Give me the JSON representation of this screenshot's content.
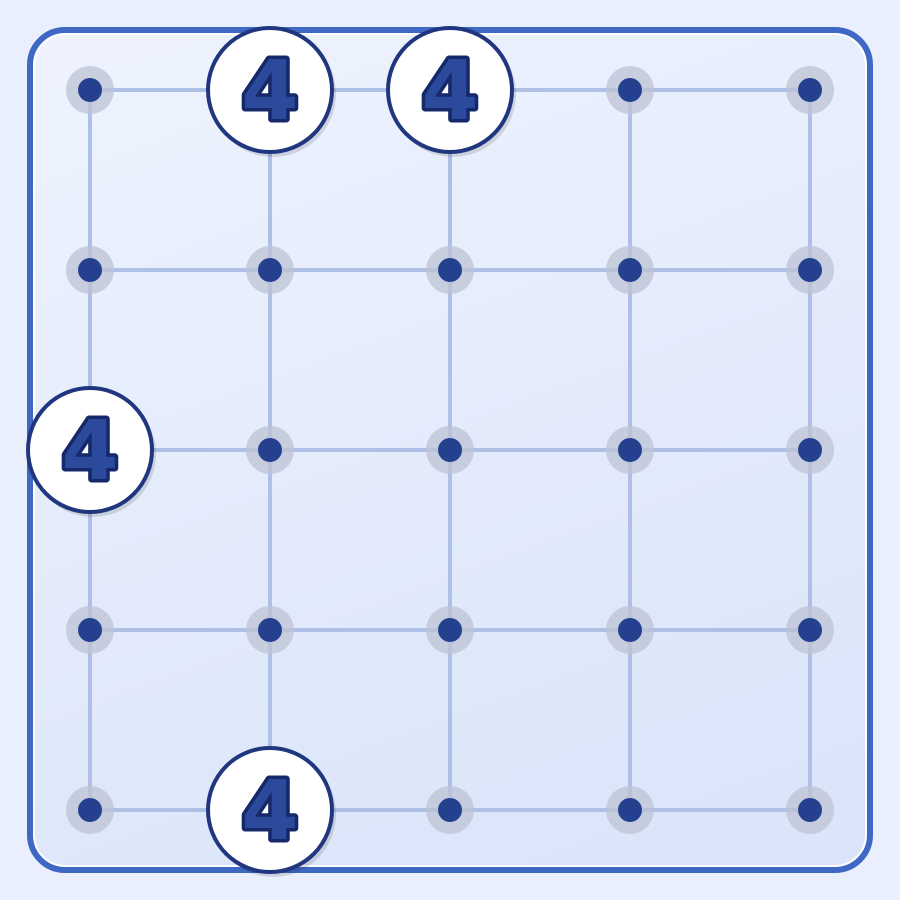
{
  "puzzle": {
    "rows": 5,
    "cols": 5,
    "clues": [
      {
        "row": 0,
        "col": 1,
        "value": "4"
      },
      {
        "row": 0,
        "col": 2,
        "value": "4"
      },
      {
        "row": 2,
        "col": 0,
        "value": "4"
      },
      {
        "row": 4,
        "col": 1,
        "value": "4"
      }
    ]
  },
  "colors": {
    "frame_border": "#3f67c4",
    "background": "#e9effc",
    "grid_line": "#aec0e6",
    "dot": "#24408f",
    "clue_number": "#2c4a9c"
  }
}
